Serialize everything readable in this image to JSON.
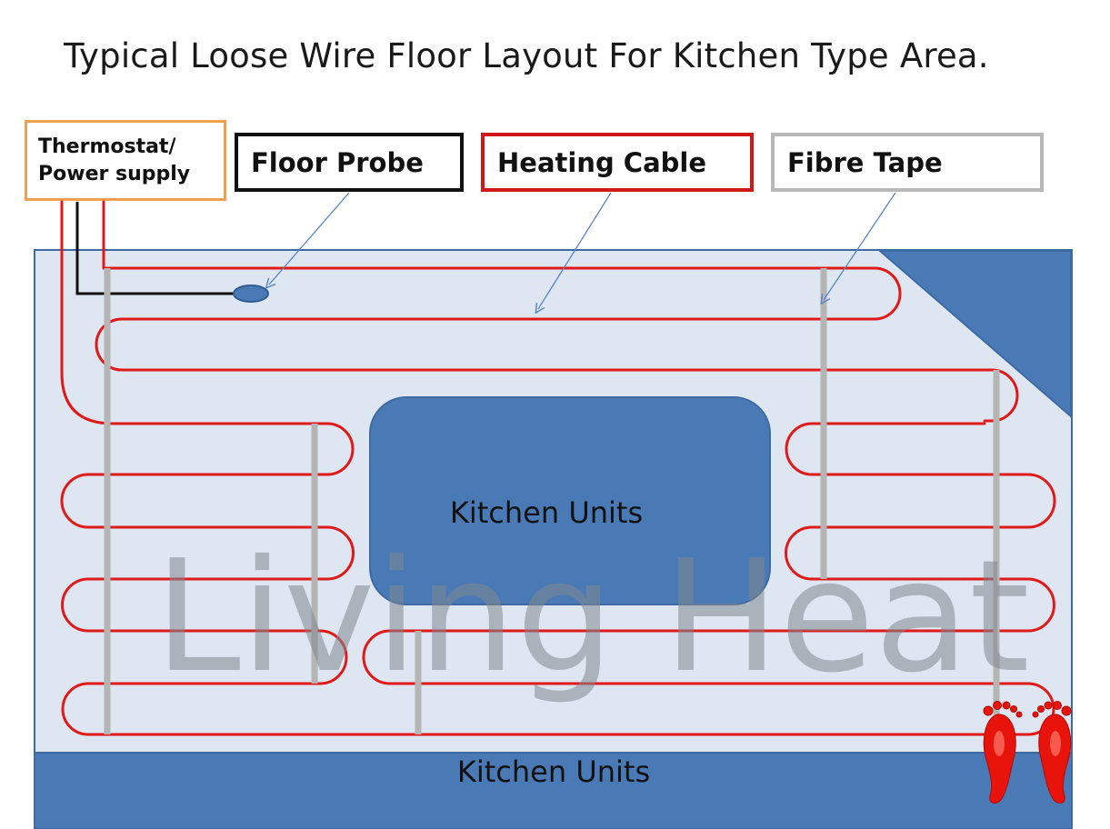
{
  "title": "Typical Loose Wire Floor Layout For Kitchen Type Area.",
  "legend": {
    "thermostat_line1": "Thermostat/",
    "thermostat_line2": "Power supply",
    "floor_probe": "Floor Probe",
    "heating_cable": "Heating Cable",
    "fibre_tape": "Fibre Tape"
  },
  "areas": {
    "center_units": "Kitchen  Units",
    "bottom_units": "Kitchen  Units"
  },
  "watermark": "Living Heat",
  "colors": {
    "floor": "#dde6f1",
    "units": "#4a7ab5",
    "cable": "#e01a1a",
    "probe_wire": "#111111",
    "tape": "#b5b5b5",
    "thermostat_border": "#f0a050",
    "logo": "#e8140c"
  },
  "icons": [
    "feet-logo-icon"
  ]
}
